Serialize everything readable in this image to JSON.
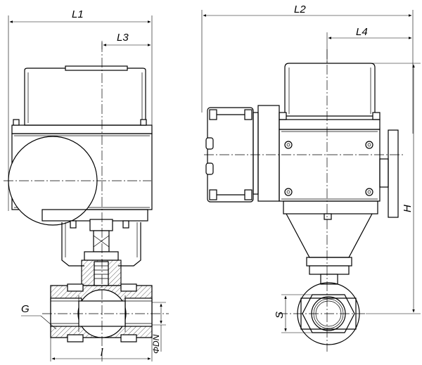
{
  "dimensions": {
    "L1": "L1",
    "L2": "L2",
    "L3": "L3",
    "L4": "L4",
    "H": "H",
    "S": "S",
    "G": "G",
    "l": "l",
    "DN": "ΦDN"
  }
}
